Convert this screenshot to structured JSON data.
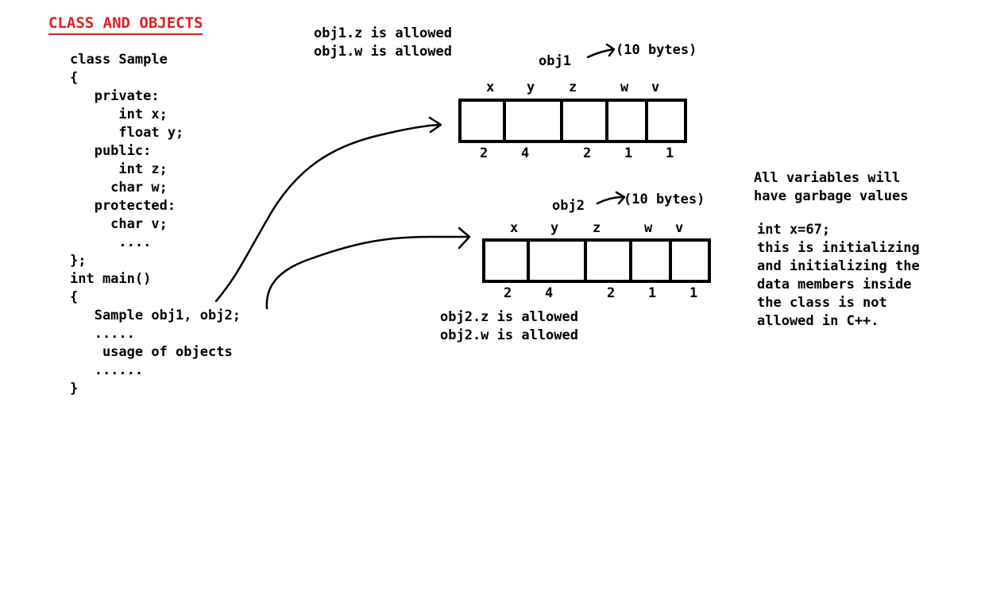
{
  "title": "CLASS AND OBJECTS",
  "code_lines": [
    "class Sample",
    "{",
    "   private:",
    "      int x;",
    "      float y;",
    "   public:",
    "      int z;",
    "     char w;",
    "   protected:",
    "     char v;",
    "      ....",
    "};",
    "int main()",
    "{",
    "   Sample obj1, obj2;",
    "   .....",
    "    usage of objects",
    "   ......",
    "}"
  ],
  "obj1_notes": [
    "obj1.z is allowed",
    "obj1.w is allowed"
  ],
  "obj2_notes": [
    "obj2.z is allowed",
    "obj2.w is allowed"
  ],
  "obj1": {
    "name": "obj1",
    "size": "(10 bytes)",
    "fields": [
      "x",
      "y",
      "z",
      "w",
      "v"
    ],
    "sizes": [
      "2",
      "4",
      "2",
      "1",
      "1"
    ]
  },
  "obj2": {
    "name": "obj2",
    "size": "(10 bytes)",
    "fields": [
      "x",
      "y",
      "z",
      "w",
      "v"
    ],
    "sizes": [
      "2",
      "4",
      "2",
      "1",
      "1"
    ]
  },
  "garbage_note": [
    "All variables will",
    "have garbage values"
  ],
  "init_note": [
    "int x=67;",
    "this is initializing",
    "and initializing the",
    "data members inside",
    "the class is not",
    "allowed in C++."
  ],
  "colors": {
    "title": "#e02020",
    "ink": "#000000",
    "background": "#ffffff"
  }
}
